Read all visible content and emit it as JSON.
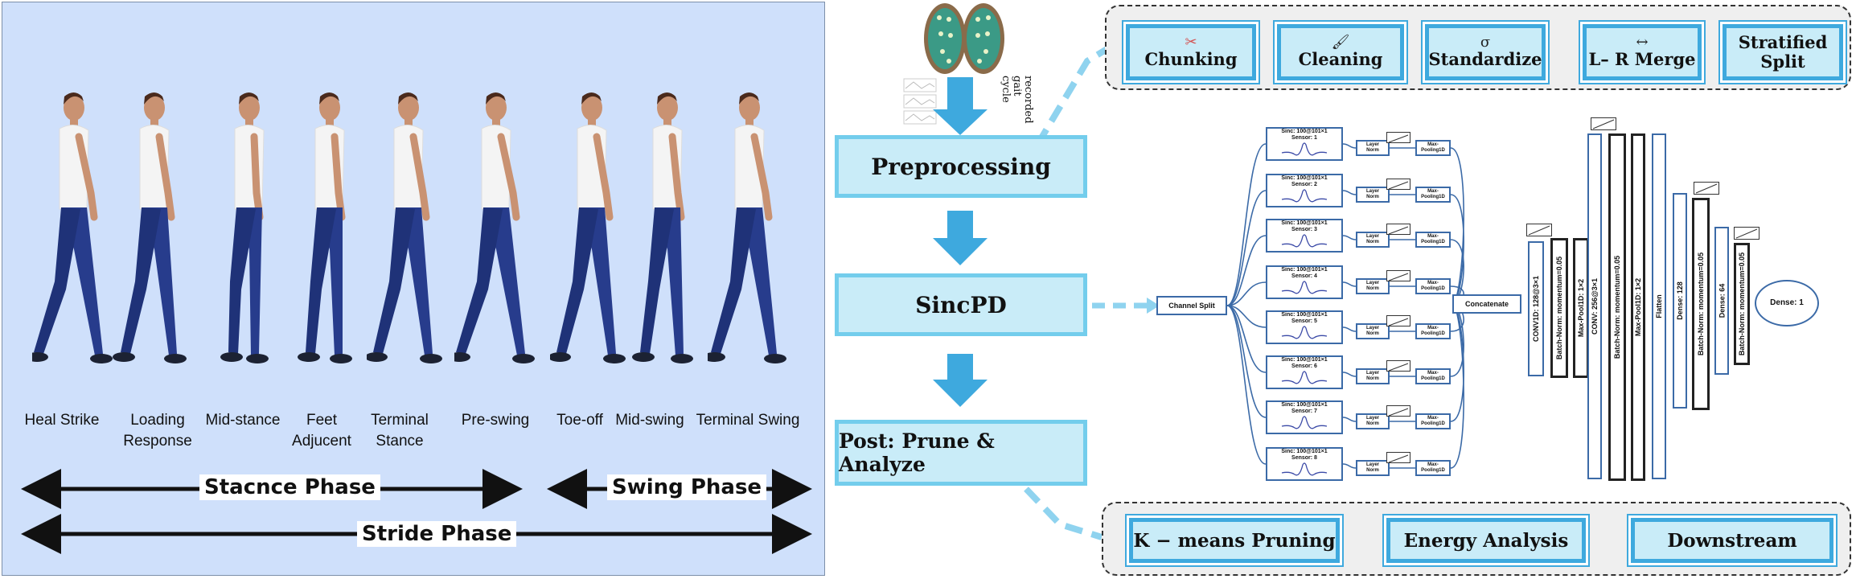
{
  "gait": {
    "phases": [
      "Heal Strike",
      "Loading\nResponse",
      "Mid-stance",
      "Feet\nAdjucent",
      "Terminal\nStance",
      "Pre-swing",
      "Toe-off",
      "Mid-swing",
      "Terminal Swing"
    ],
    "stance_label": "Stacnce Phase",
    "swing_label": "Swing Phase",
    "stride_label": "Stride Phase"
  },
  "pipeline": {
    "recorded_label": "recorded\ngait cycle",
    "preprocessing": "Preprocessing",
    "sincpd": "SincPD",
    "post": "Post: Prune & Analyze"
  },
  "preprocess_steps": [
    {
      "icon": "✂",
      "label": "Chunking"
    },
    {
      "icon": "🖌",
      "label": "Cleaning"
    },
    {
      "icon": "σ",
      "label": "Standardize"
    },
    {
      "icon": "↔",
      "label": "L– R Merge"
    },
    {
      "icon": "",
      "label": "Stratified\nSplit"
    }
  ],
  "post_steps": [
    "K − means Pruning",
    "Energy Analysis",
    "Downstream"
  ],
  "network": {
    "channel_split": "Channel Split",
    "concatenate": "Concatenate",
    "sinc_blocks": [
      {
        "title": "Sinc: 100@101×1",
        "sensor": "Sensor: 1"
      },
      {
        "title": "Sinc: 100@101×1",
        "sensor": "Sensor: 2"
      },
      {
        "title": "Sinc: 100@101×1",
        "sensor": "Sensor: 3"
      },
      {
        "title": "Sinc: 100@101×1",
        "sensor": "Sensor: 4"
      },
      {
        "title": "Sinc: 100@101×1",
        "sensor": "Sensor: 5"
      },
      {
        "title": "Sinc: 100@101×1",
        "sensor": "Sensor: 6"
      },
      {
        "title": "Sinc: 100@101×1",
        "sensor": "Sensor: 7"
      },
      {
        "title": "Sinc: 100@101×1",
        "sensor": "Sensor: 8"
      }
    ],
    "layer_norm": "Layer\nNorm",
    "max_pool": "Max-\nPooling1D",
    "layers": [
      {
        "label": "CONV1D: 128@3×1",
        "style": "blue"
      },
      {
        "label": "Batch-Norm: momentum=0.05",
        "style": "black"
      },
      {
        "label": "Max-Pool1D: 1×2",
        "style": "black"
      },
      {
        "label": "CONV: 256@3×1",
        "style": "blue"
      },
      {
        "label": "Batch-Norm: momentum=0.05",
        "style": "black"
      },
      {
        "label": "Max-Pool1D: 1×2",
        "style": "black"
      },
      {
        "label": "Flatten",
        "style": "blue"
      },
      {
        "label": "Dense: 128",
        "style": "blue"
      },
      {
        "label": "Batch-Norm: momentum=0.05",
        "style": "black"
      },
      {
        "label": "Dense: 64",
        "style": "blue"
      },
      {
        "label": "Batch-Norm: momentum=0.05",
        "style": "black"
      }
    ],
    "dense_out": "Dense: 1"
  },
  "colors": {
    "panel_bg": "#cfe0fb",
    "box_fill": "#c9ecf8",
    "box_border": "#3ea9de",
    "arrow": "#3ea9de",
    "dash_arrow": "#8fd3ef",
    "network_line": "#3b6aa7",
    "pants": "#273c8c",
    "skin": "#c99272",
    "hair": "#4a2a1c"
  }
}
